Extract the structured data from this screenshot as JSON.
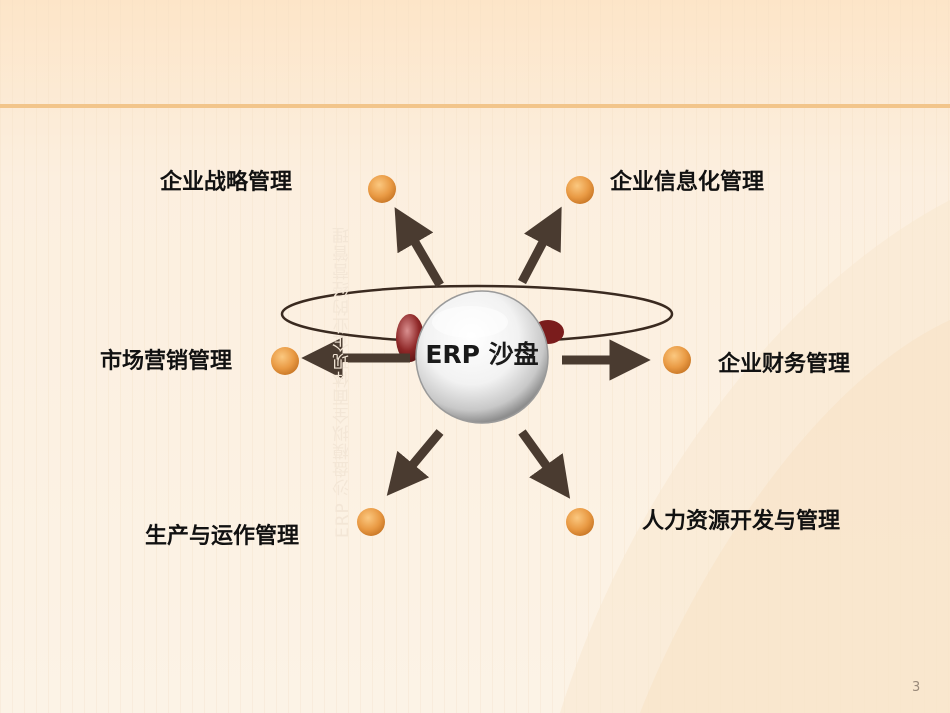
{
  "diagram": {
    "center": "ERP 沙盘",
    "nodes": [
      {
        "id": "strategy",
        "label": "企业战略管理"
      },
      {
        "id": "info",
        "label": "企业信息化管理"
      },
      {
        "id": "marketing",
        "label": "市场营销管理"
      },
      {
        "id": "finance",
        "label": "企业财务管理"
      },
      {
        "id": "production",
        "label": "生产与运作管理"
      },
      {
        "id": "hr",
        "label": "人力资源开发与管理"
      }
    ],
    "vertical_caption": "ERP 沙盘模拟全面体现企业的经营管理"
  },
  "page_number": "3",
  "colors": {
    "background": "#fbeedc",
    "arrow": "#4a3b30",
    "node_dot": "#e4943a",
    "accent_line": "#f3c98a",
    "ring": "#3a2a20"
  }
}
